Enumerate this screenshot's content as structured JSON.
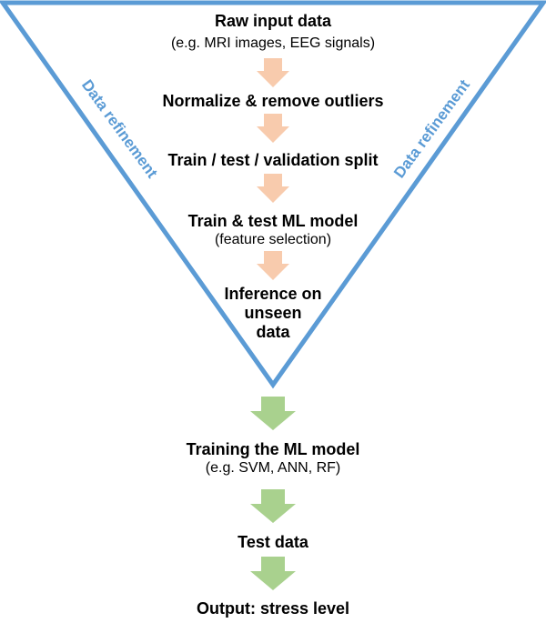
{
  "funnel": {
    "side_label_left": "Data refinement",
    "side_label_right": "Data refinement",
    "border_color": "#5b9bd5",
    "inner_arrow_color": "#f8cbad"
  },
  "steps": [
    {
      "title": "Raw input data",
      "subtitle": "(e.g. MRI images, EEG signals)"
    },
    {
      "title": "Normalize & remove outliers"
    },
    {
      "title": "Train / test / validation split"
    },
    {
      "title": "Train & test ML model",
      "subtitle": "(feature selection)"
    },
    {
      "title_lines": [
        "Inference on",
        "unseen",
        "data"
      ]
    },
    {
      "title": "Training the ML model",
      "subtitle": "(e.g. SVM, ANN, RF)"
    },
    {
      "title": "Test data"
    },
    {
      "title": "Output: stress level"
    }
  ],
  "outer_arrow_color": "#a9d18e"
}
